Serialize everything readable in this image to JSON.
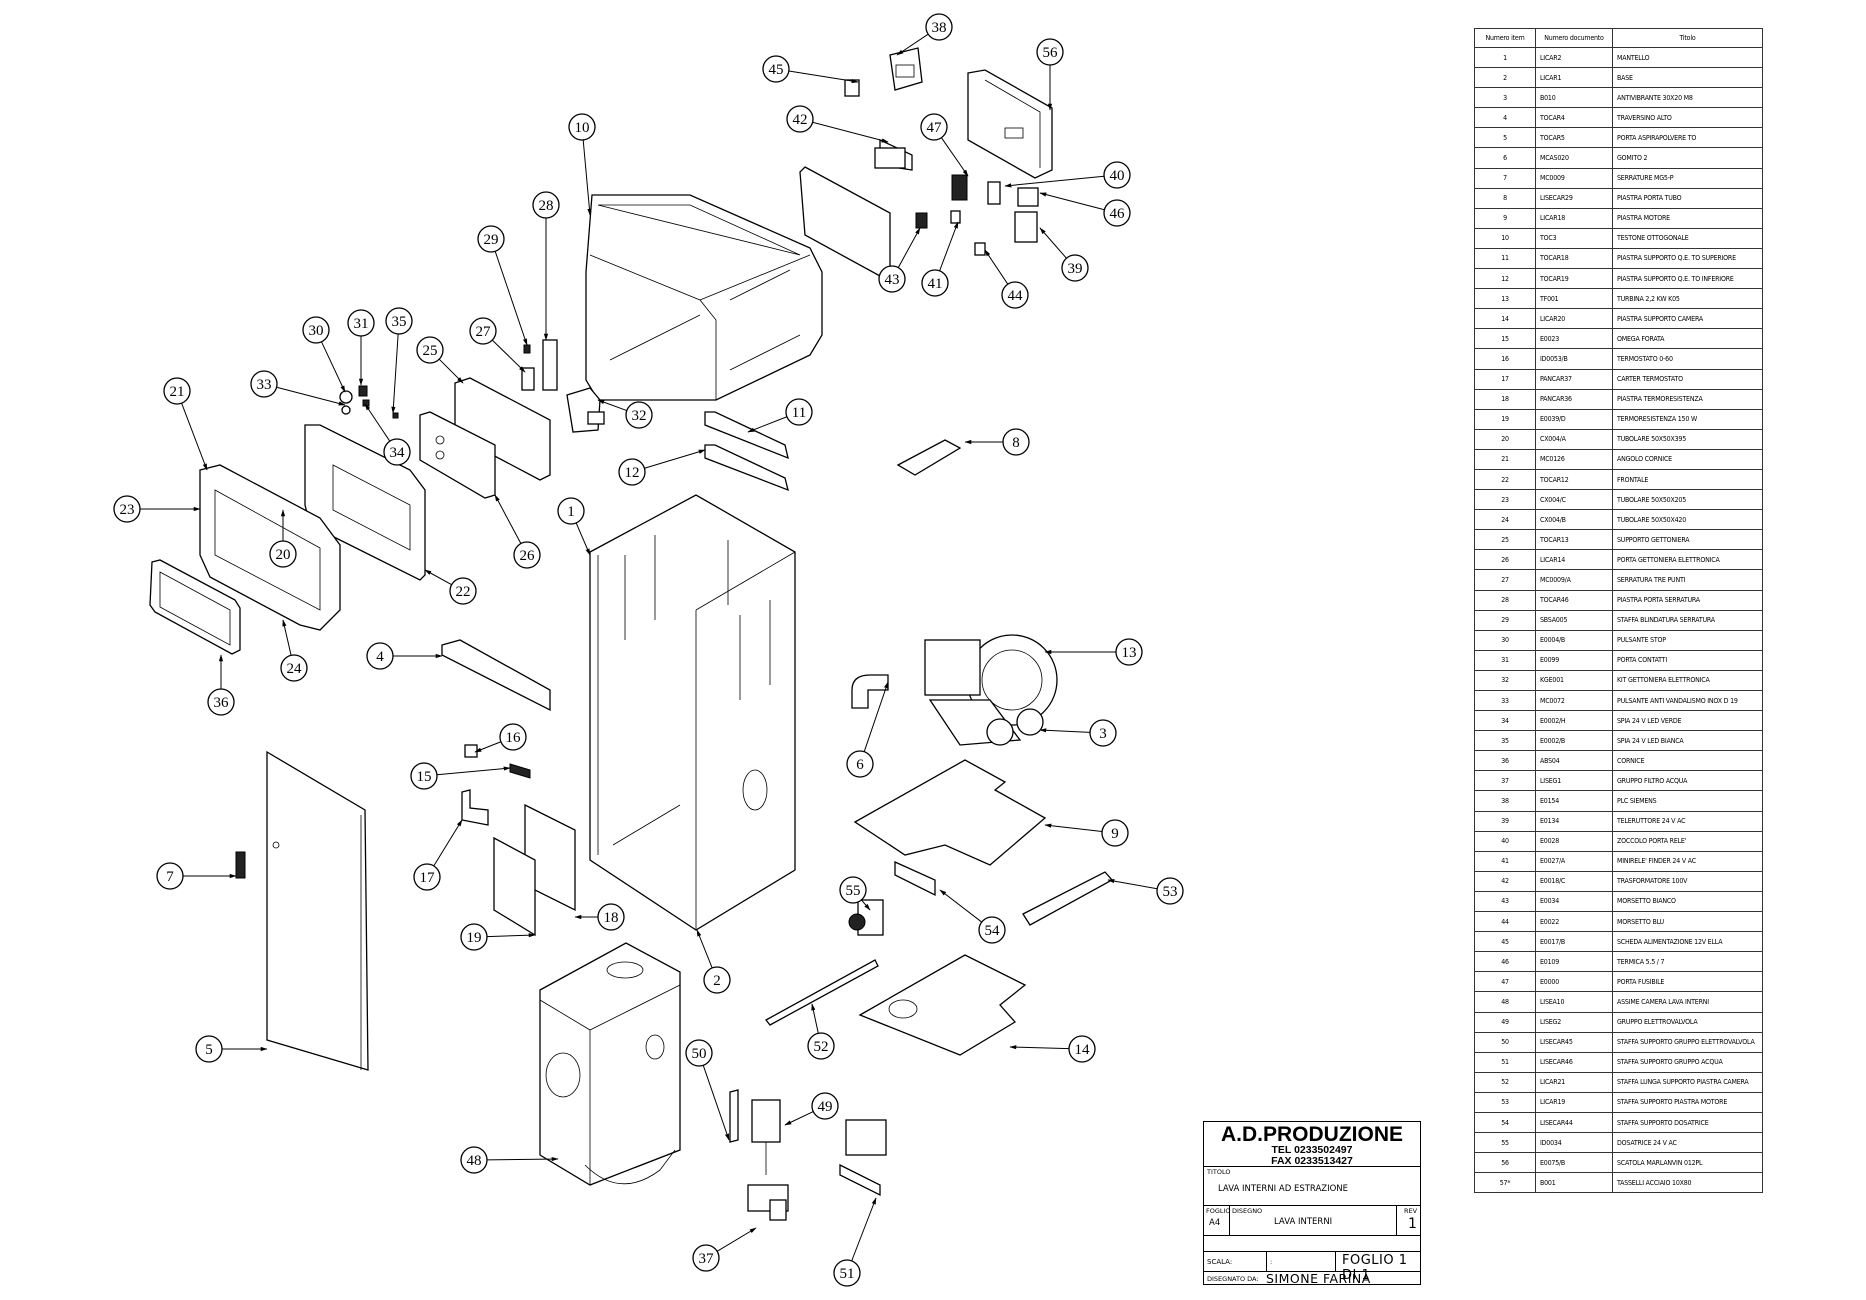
{
  "drawing": {
    "balloons": [
      {
        "n": "1"
      },
      {
        "n": "2"
      },
      {
        "n": "3"
      },
      {
        "n": "4"
      },
      {
        "n": "5"
      },
      {
        "n": "6"
      },
      {
        "n": "7"
      },
      {
        "n": "8"
      },
      {
        "n": "9"
      },
      {
        "n": "10"
      },
      {
        "n": "11"
      },
      {
        "n": "12"
      },
      {
        "n": "13"
      },
      {
        "n": "14"
      },
      {
        "n": "15"
      },
      {
        "n": "16"
      },
      {
        "n": "17"
      },
      {
        "n": "18"
      },
      {
        "n": "19"
      },
      {
        "n": "20"
      },
      {
        "n": "21"
      },
      {
        "n": "22"
      },
      {
        "n": "23"
      },
      {
        "n": "24"
      },
      {
        "n": "25"
      },
      {
        "n": "26"
      },
      {
        "n": "27"
      },
      {
        "n": "28"
      },
      {
        "n": "29"
      },
      {
        "n": "30"
      },
      {
        "n": "31"
      },
      {
        "n": "32"
      },
      {
        "n": "33"
      },
      {
        "n": "34"
      },
      {
        "n": "35"
      },
      {
        "n": "36"
      },
      {
        "n": "37"
      },
      {
        "n": "38"
      },
      {
        "n": "39"
      },
      {
        "n": "40"
      },
      {
        "n": "41"
      },
      {
        "n": "42"
      },
      {
        "n": "43"
      },
      {
        "n": "44"
      },
      {
        "n": "45"
      },
      {
        "n": "46"
      },
      {
        "n": "47"
      },
      {
        "n": "48"
      },
      {
        "n": "49"
      },
      {
        "n": "50"
      },
      {
        "n": "51"
      },
      {
        "n": "52"
      },
      {
        "n": "53"
      },
      {
        "n": "54"
      },
      {
        "n": "55"
      },
      {
        "n": "56"
      }
    ]
  },
  "bom": {
    "headers": [
      "Numero item",
      "Numero documento",
      "Titolo"
    ],
    "rows": [
      [
        "1",
        "LICAR2",
        "MANTELLO"
      ],
      [
        "2",
        "LICAR1",
        "BASE"
      ],
      [
        "3",
        "B010",
        "ANTIVIBRANTE 30X20 M8"
      ],
      [
        "4",
        "TOCAR4",
        "TRAVERSINO ALTO"
      ],
      [
        "5",
        "TOCAR5",
        "PORTA ASPIRAPOLVERE TO"
      ],
      [
        "6",
        "MCAS020",
        "GOMITO 2"
      ],
      [
        "7",
        "MC0009",
        "SERRATURE MG5-P"
      ],
      [
        "8",
        "LISECAR29",
        "PIASTRA PORTA TUBO"
      ],
      [
        "9",
        "LICAR18",
        "PIASTRA MOTORE"
      ],
      [
        "10",
        "TOC3",
        "TESTONE OTTOGONALE"
      ],
      [
        "11",
        "TOCAR18",
        "PIASTRA SUPPORTO Q.E. TO SUPERIORE"
      ],
      [
        "12",
        "TOCAR19",
        "PIASTRA SUPPORTO Q.E. TO INFERIORE"
      ],
      [
        "13",
        "TF001",
        "TURBINA 2,2 KW K05"
      ],
      [
        "14",
        "LICAR20",
        "PIASTRA SUPPORTO CAMERA"
      ],
      [
        "15",
        "E0023",
        "OMEGA FORATA"
      ],
      [
        "16",
        "ID0053/B",
        "TERMOSTATO 0-60"
      ],
      [
        "17",
        "PANCAR37",
        "CARTER TERMOSTATO"
      ],
      [
        "18",
        "PANCAR36",
        "PIASTRA TERMORESISTENZA"
      ],
      [
        "19",
        "E0039/D",
        "TERMORESISTENZA 150 W"
      ],
      [
        "20",
        "CX004/A",
        "TUBOLARE 50X50X395"
      ],
      [
        "21",
        "MC0126",
        "ANGOLO CORNICE"
      ],
      [
        "22",
        "TOCAR12",
        "FRONTALE"
      ],
      [
        "23",
        "CX004/C",
        "TUBOLARE 50X50X205"
      ],
      [
        "24",
        "CX004/B",
        "TUBOLARE 50X50X420"
      ],
      [
        "25",
        "TOCAR13",
        "SUPPORTO GETTONIERA"
      ],
      [
        "26",
        "LICAR14",
        "PORTA GETTONIERA ELETTRONICA"
      ],
      [
        "27",
        "MC0009/A",
        "SERRATURA TRE PUNTI"
      ],
      [
        "28",
        "TOCAR46",
        "PIASTRA PORTA SERRATURA"
      ],
      [
        "29",
        "SBSA005",
        "STAFFA BLINDATURA SERRATURA"
      ],
      [
        "30",
        "E0004/B",
        "PULSANTE STOP"
      ],
      [
        "31",
        "E0099",
        "PORTA CONTATTI"
      ],
      [
        "32",
        "KGE001",
        "KIT GETTONIERA ELETTRONICA"
      ],
      [
        "33",
        "MC0072",
        "PULSANTE ANTI VANDALISMO INOX D 19"
      ],
      [
        "34",
        "E0002/H",
        "SPIA 24 V LED VERDE"
      ],
      [
        "35",
        "E0002/B",
        "SPIA 24 V LED BIANCA"
      ],
      [
        "36",
        "ABS04",
        "CORNICE"
      ],
      [
        "37",
        "LISEG1",
        "GRUPPO FILTRO ACQUA"
      ],
      [
        "38",
        "E0154",
        "PLC SIEMENS"
      ],
      [
        "39",
        "E0134",
        "TELERUTTORE 24 V AC"
      ],
      [
        "40",
        "E0028",
        "ZOCCOLO PORTA RELE'"
      ],
      [
        "41",
        "E0027/A",
        "MINIRELE' FINDER 24 V AC"
      ],
      [
        "42",
        "E0018/C",
        "TRASFORMATORE 100V"
      ],
      [
        "43",
        "E0034",
        "MORSETTO BIANCO"
      ],
      [
        "44",
        "E0022",
        "MORSETTO BLU"
      ],
      [
        "45",
        "E0017/B",
        "SCHEDA ALIMENTAZIONE 12V ELLA"
      ],
      [
        "46",
        "E0109",
        "TERMICA 5.5 / 7"
      ],
      [
        "47",
        "E0000",
        "PORTA FUSIBILE"
      ],
      [
        "48",
        "LISEA10",
        "ASSIME CAMERA LAVA INTERNI"
      ],
      [
        "49",
        "LISEG2",
        "GRUPPO ELETTROVALVOLA"
      ],
      [
        "50",
        "LISECAR45",
        "STAFFA SUPPORTO GRUPPO ELETTROVALVOLA"
      ],
      [
        "51",
        "LISECAR46",
        "STAFFA SUPPORTO GRUPPO ACQUA"
      ],
      [
        "52",
        "LICAR21",
        "STAFFA LUNGA SUPPORTO PIASTRA CAMERA"
      ],
      [
        "53",
        "LICAR19",
        "STAFFA SUPPORTO PIASTRA MOTORE"
      ],
      [
        "54",
        "LISECAR44",
        "STAFFA SUPPORTO DOSATRICE"
      ],
      [
        "55",
        "ID0034",
        "DOSATRICE 24 V AC"
      ],
      [
        "56",
        "E0075/B",
        "SCATOLA MARLANVIN 012PL"
      ],
      [
        "57*",
        "B001",
        "TASSELLI ACCIAIO 10X80"
      ]
    ]
  },
  "titleblock": {
    "company": "A.D.PRODUZIONE",
    "tel": "TEL 0233502497",
    "fax": "FAX 0233513427",
    "titolo_label": "TITOLO",
    "titolo_value": "LAVA INTERNI AD ESTRAZIONE",
    "foglio_label": "FOGLIO",
    "foglio_value": "A4",
    "disegno_label": "DISEGNO",
    "disegno_value": "LAVA INTERNI",
    "rev_label": "REV",
    "rev_value": "1",
    "scala_label": "SCALA:",
    "scala_value": ":",
    "sheet": "FOGLIO 1 DI 1",
    "disegnato_label": "DISEGNATO DA:",
    "disegnato_value": "SIMONE FARINA"
  }
}
